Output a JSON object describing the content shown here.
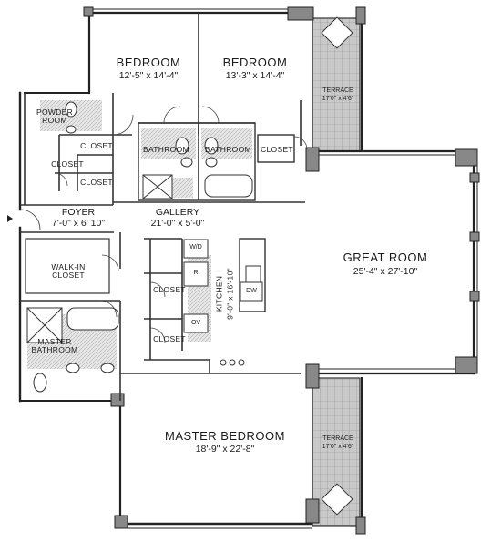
{
  "rooms": {
    "bedroom1": {
      "name": "BEDROOM",
      "dim": "12'-5\" x 14'-4\""
    },
    "bedroom2": {
      "name": "BEDROOM",
      "dim": "13'-3\" x 14'-4\""
    },
    "powder_room": {
      "name1": "POWDER",
      "name2": "ROOM"
    },
    "closet_a": "CLOSET",
    "closet_b": "CLOSET",
    "closet_c": "CLOSET",
    "closet_d": "CLOSET",
    "closet_e": "CLOSET",
    "closet_f": "CLOSET",
    "bath1": "BATHROOM",
    "bath2": "BATHROOM",
    "terrace_top": {
      "name": "TERRACE",
      "dim": "17'0\" x 4'6\""
    },
    "terrace_bottom": {
      "name": "TERRACE",
      "dim": "17'0\" x 4'6\""
    },
    "foyer": {
      "name": "FOYER",
      "dim": "7'-0\" x 6' 10\""
    },
    "gallery": {
      "name": "GALLERY",
      "dim": "21'-0\" x 5'-0\""
    },
    "walk_in": {
      "name1": "WALK-IN",
      "name2": "CLOSET"
    },
    "kitchen": {
      "name": "KITCHEN",
      "dim": "9'-0\" x 16'-10\""
    },
    "great_room": {
      "name": "GREAT ROOM",
      "dim": "25'-4\" x 27'-10\""
    },
    "master_bath": {
      "name1": "MASTER",
      "name2": "BATHROOM"
    },
    "master_bedroom": {
      "name": "MASTER BEDROOM",
      "dim": "18'-9\" x 22'-8\""
    }
  },
  "appliances": {
    "wd": "W/D",
    "r": "R",
    "ov": "OV",
    "dw": "DW"
  }
}
